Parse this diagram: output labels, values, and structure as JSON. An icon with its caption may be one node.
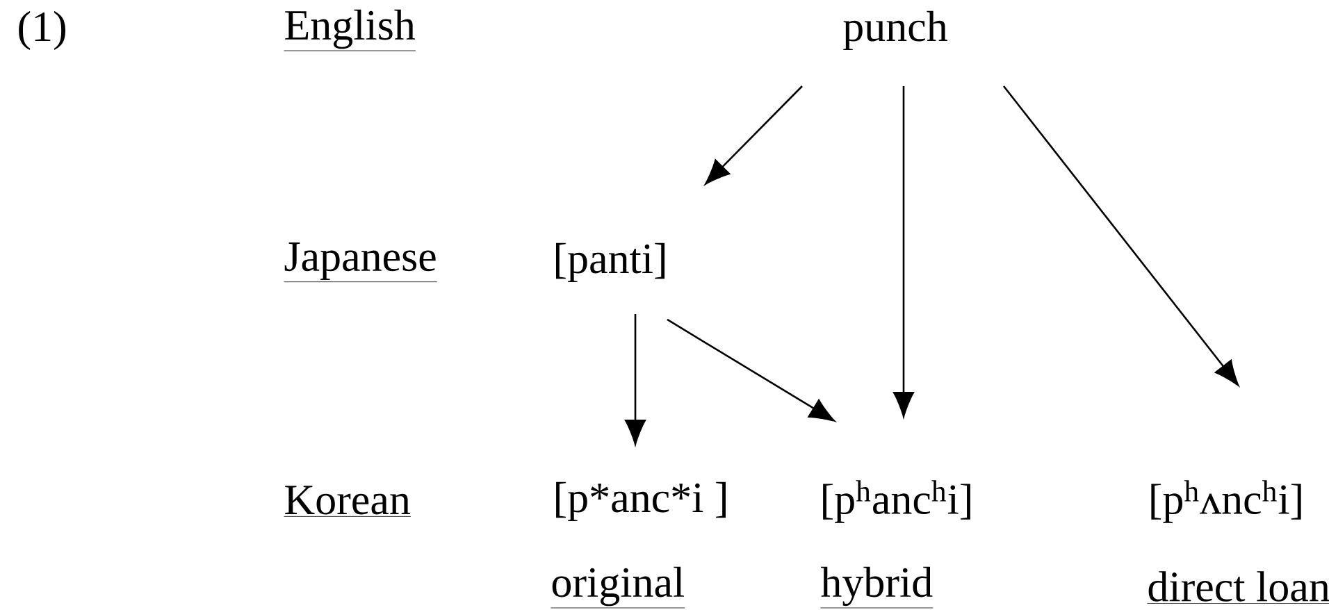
{
  "diagram": {
    "nodes": [
      {
        "text": [
          "punch"
        ]
      },
      {
        "text": [
          "[panti]"
        ]
      },
      {
        "text": [
          "[p*anc*i ]"
        ]
      },
      {
        "text": [
          "[p$^{h}$anc$^{h}$i]"
        ]
      },
      {
        "text": [
          "[p$^{h}$ʌnc$^{h}$i]"
        ]
      }
    ],
    "edges": [
      {
        "from": 0,
        "to": 1,
        "arrow": "to"
      },
      {
        "from": 0,
        "to": 3,
        "arrow": "to"
      },
      {
        "from": 0,
        "to": 4,
        "arrow": "to"
      },
      {
        "from": 1,
        "to": 2,
        "arrow": "to"
      },
      {
        "from": 1,
        "to": 3,
        "arrow": "to"
      }
    ],
    "labels": [
      "(1)",
      "English",
      "Japanese",
      "Korean",
      "original",
      "hybrid",
      "direct loan"
    ]
  }
}
